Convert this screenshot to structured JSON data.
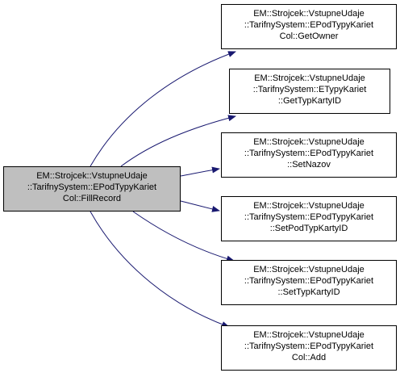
{
  "caller": {
    "lines": [
      "EM::Strojcek::VstupneUdaje",
      "::TarifnySystem::EPodTypyKariet",
      "Col::FillRecord"
    ]
  },
  "callees": [
    {
      "id": "getowner",
      "lines": [
        "EM::Strojcek::VstupneUdaje",
        "::TarifnySystem::EPodTypyKariet",
        "Col::GetOwner"
      ]
    },
    {
      "id": "gettypkartyid",
      "lines": [
        "EM::Strojcek::VstupneUdaje",
        "::TarifnySystem::ETypyKariet",
        "::GetTypKartyID"
      ]
    },
    {
      "id": "setnazov",
      "lines": [
        "EM::Strojcek::VstupneUdaje",
        "::TarifnySystem::EPodTypyKariet",
        "::SetNazov"
      ]
    },
    {
      "id": "setpodtypkartyid",
      "lines": [
        "EM::Strojcek::VstupneUdaje",
        "::TarifnySystem::EPodTypyKariet",
        "::SetPodTypKartyID"
      ]
    },
    {
      "id": "settypkartyid",
      "lines": [
        "EM::Strojcek::VstupneUdaje",
        "::TarifnySystem::EPodTypyKariet",
        "::SetTypKartyID"
      ]
    },
    {
      "id": "add",
      "lines": [
        "EM::Strojcek::VstupneUdaje",
        "::TarifnySystem::EPodTypyKariet",
        "Col::Add"
      ]
    }
  ],
  "colors": {
    "edge": "#191970",
    "caller_fill": "#bfbfbf",
    "node_fill": "#ffffff",
    "border": "#000000"
  }
}
